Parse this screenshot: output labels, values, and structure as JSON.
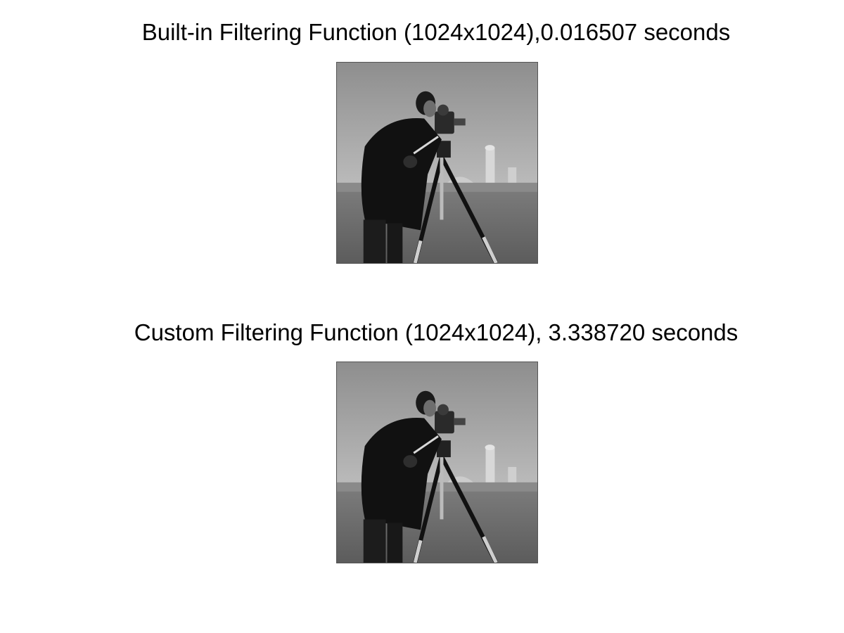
{
  "figure": {
    "panels": [
      {
        "title": "Built-in Filtering Function (1024x1024),0.016507 seconds",
        "image": "grayscale photo of a man in a dark coat operating a camera on a tripod in a grassy field with buildings in the background"
      },
      {
        "title": "Custom Filtering Function (1024x1024), 3.338720 seconds",
        "image": "grayscale photo of a man in a dark coat operating a camera on a tripod in a grassy field with buildings in the background"
      }
    ]
  }
}
